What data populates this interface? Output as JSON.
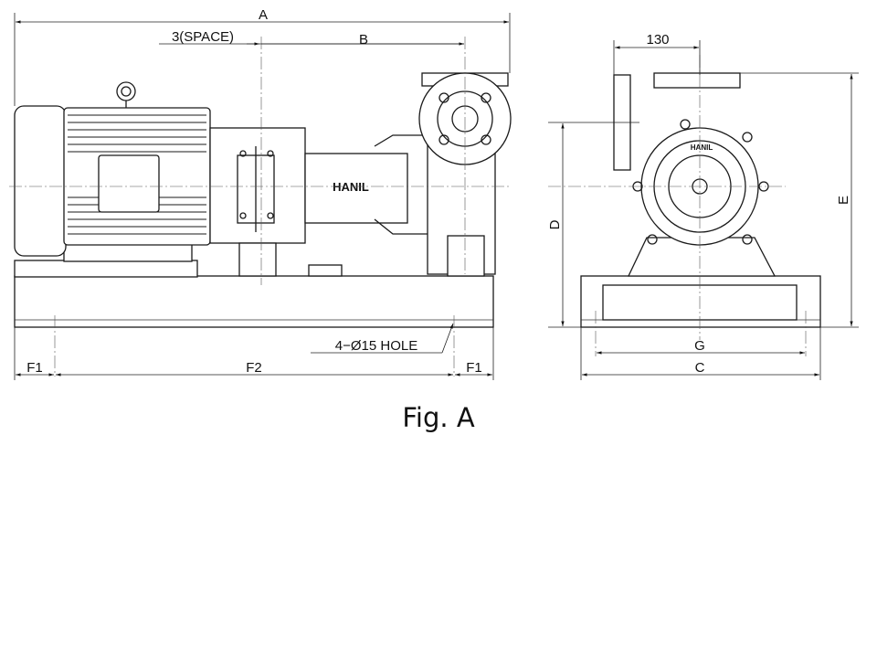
{
  "figure_caption": "Fig. A",
  "brand_label": "HANIL",
  "front_view_dimensions": {
    "overall_length": "A",
    "coupling_space": "3(SPACE)",
    "suction_offset": "B",
    "edge_hole_pitch": "F1",
    "center_hole_pitch": "F2",
    "edge_hole_pitch_right": "F1",
    "mounting_holes": "4−Ø15 HOLE"
  },
  "side_view_dimensions": {
    "discharge_offset": "130",
    "shaft_height": "D",
    "overall_height": "E",
    "hole_pitch_width": "G",
    "base_width": "C"
  }
}
